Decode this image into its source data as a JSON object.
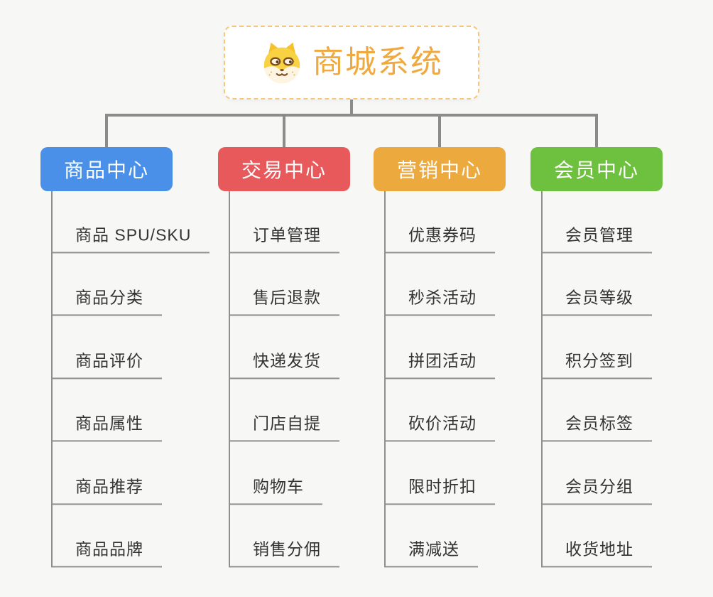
{
  "canvas": {
    "background_color": "#f7f7f6",
    "connector_color": "#8b8b8b",
    "leaf_line_color": "#8f8f8f",
    "leaf_text_color": "#333333"
  },
  "root": {
    "title": "商城系统",
    "icon": "dog-face-icon",
    "text_color": "#efa93f",
    "border_color": "#f6c678",
    "background": "#ffffff"
  },
  "branches": [
    {
      "label": "商品中心",
      "color": "#4a90e8",
      "items": [
        "商品 SPU/SKU",
        "商品分类",
        "商品评价",
        "商品属性",
        "商品推荐",
        "商品品牌"
      ]
    },
    {
      "label": "交易中心",
      "color": "#e7595b",
      "items": [
        "订单管理",
        "售后退款",
        "快递发货",
        "门店自提",
        "购物车",
        "销售分佣"
      ]
    },
    {
      "label": "营销中心",
      "color": "#eca93e",
      "items": [
        "优惠券码",
        "秒杀活动",
        "拼团活动",
        "砍价活动",
        "限时折扣",
        "满减送"
      ]
    },
    {
      "label": "会员中心",
      "color": "#6ec03f",
      "items": [
        "会员管理",
        "会员等级",
        "积分签到",
        "会员标签",
        "会员分组",
        "收货地址"
      ]
    }
  ]
}
